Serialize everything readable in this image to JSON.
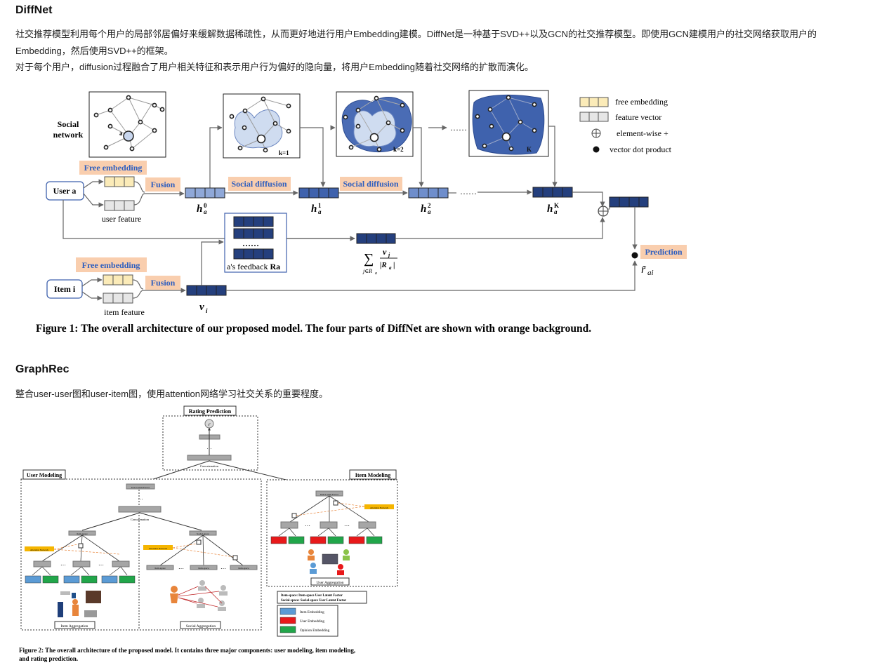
{
  "section1": {
    "title": "DiffNet",
    "para1_line1": "社交推荐模型利用每个用户的局部邻居偏好来缓解数据稀疏性，从而更好地进行用户Embedding建模。DiffNet是一种基于SVD++以及GCN的社交推荐模型。即使用GCN建模用户的社交网络获取用户的",
    "para1_line2": "Embedding，然后使用SVD++的框架。",
    "para2": "对于每个用户，diffusion过程融合了用户相关特征和表示用户行为偏好的隐向量，将用户Embedding随着社交网络的扩散而演化。"
  },
  "fig1": {
    "social_network": "Social network",
    "node_a": "a",
    "k1": "k=1",
    "k2": "k=2",
    "kK": "K",
    "user_a": "User a",
    "item_i": "Item i",
    "free_embedding": "Free embedding",
    "fusion": "Fusion",
    "user_feature": "user feature",
    "item_feature": "item feature",
    "social_diffusion": "Social diffusion",
    "dots": "……",
    "feedback_dots": "……",
    "feedback_label": "a's feedback",
    "feedback_Ra": "Ra",
    "prediction": "Prediction",
    "legend_free": "free embedding",
    "legend_feature": "feature vector",
    "legend_elem": "element-wise  +",
    "legend_dot": "vector dot product",
    "caption": "Figure 1: The overall architecture of our proposed model. The four parts of DiffNet are shown with orange background.",
    "colors": {
      "orange": "#f9ceae",
      "navy": "#243f7d",
      "blue_label": "#2f5fbf",
      "yellow_cell": "#fbebb8",
      "grey_cell": "#e6e6e6",
      "blob": "#3f62ad",
      "blob_light": "#b7cbe8"
    }
  },
  "section2": {
    "title": "GraphRec",
    "para": "整合user-user图和user-item图，使用attention网络学习社交关系的重要程度。"
  },
  "fig2": {
    "rating_prediction": "Rating Prediction",
    "r_prime": "r'",
    "concatenation": "Concatenation",
    "user_modeling": "User Modeling",
    "item_modeling": "Item Modeling",
    "user_latent_factor": "User Latent Factor",
    "item_latent_factor": "Item Latent Factor",
    "item_space": "Item-space",
    "social_space": "Social-space",
    "attention_network": "Attention Network",
    "item_aggregation": "Item Aggregation",
    "social_aggregation": "Social Aggregation",
    "user_aggregation": "User Aggregation",
    "note_line1": "Item-space: Item-space User Latent Factor",
    "note_line2": "Social-space: Social-space User Latent Factor",
    "legend_item": "Item Embedding",
    "legend_user": "User Embedding",
    "legend_opinion": "Opinion Embedding",
    "caption_line1": "Figure 2: The overall architecture of the proposed model. It contains three major components: user modeling, item modeling,",
    "caption_line2": "and rating prediction.",
    "colors": {
      "item_emb": "#5b9bd5",
      "user_emb": "#e8191a",
      "opinion_emb": "#21a64a",
      "attention": "#f5b500",
      "grey_box": "#a6a6a6",
      "person_orange": "#e8853b"
    }
  }
}
